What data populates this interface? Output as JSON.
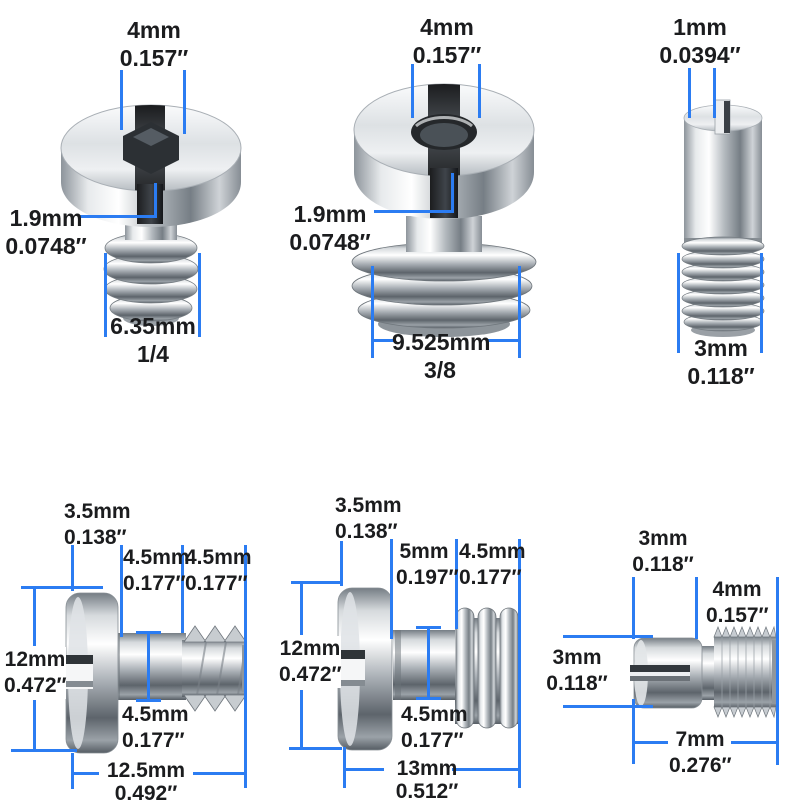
{
  "page": {
    "background": "#ffffff",
    "description": "Camera mount screw dimension diagram"
  },
  "colors": {
    "dimension_line": "#2b7cf2",
    "label_text": "#1b1c1e"
  },
  "screws": {
    "top_left": {
      "slot_width": {
        "mm": "4mm",
        "inch": "0.157″"
      },
      "slot_depth": {
        "mm": "1.9mm",
        "inch": "0.0748″"
      },
      "thread_diameter": {
        "mm": "6.35mm",
        "inch": "1/4"
      }
    },
    "top_middle": {
      "slot_width": {
        "mm": "4mm",
        "inch": "0.157″"
      },
      "slot_depth": {
        "mm": "1.9mm",
        "inch": "0.0748″"
      },
      "thread_diameter": {
        "mm": "9.525mm",
        "inch": "3/8"
      }
    },
    "top_right": {
      "slot_width": {
        "mm": "1mm",
        "inch": "0.0394″"
      },
      "thread_diameter": {
        "mm": "3mm",
        "inch": "0.118″"
      }
    },
    "bottom_left": {
      "head_thickness": {
        "mm": "3.5mm",
        "inch": "0.138″"
      },
      "shaft_length": {
        "mm": "4.5mm",
        "inch": "0.177″"
      },
      "thread_length": {
        "mm": "4.5mm",
        "inch": "0.177″"
      },
      "head_diameter": {
        "mm": "12mm",
        "inch": "0.472″"
      },
      "shaft_diameter": {
        "mm": "4.5mm",
        "inch": "0.177″"
      },
      "total_length": {
        "mm": "12.5mm",
        "inch": "0.492″"
      }
    },
    "bottom_middle": {
      "head_thickness": {
        "mm": "3.5mm",
        "inch": "0.138″"
      },
      "shaft_length": {
        "mm": "5mm",
        "inch": "0.197″"
      },
      "thread_length": {
        "mm": "4.5mm",
        "inch": "0.177″"
      },
      "head_diameter": {
        "mm": "12mm",
        "inch": "0.472″"
      },
      "shaft_diameter": {
        "mm": "4.5mm",
        "inch": "0.177″"
      },
      "total_length": {
        "mm": "13mm",
        "inch": "0.512″"
      }
    },
    "bottom_right": {
      "head_length": {
        "mm": "3mm",
        "inch": "0.118″"
      },
      "thread_length": {
        "mm": "4mm",
        "inch": "0.157″"
      },
      "head_diameter": {
        "mm": "3mm",
        "inch": "0.118″"
      },
      "total_length": {
        "mm": "7mm",
        "inch": "0.276″"
      }
    }
  }
}
